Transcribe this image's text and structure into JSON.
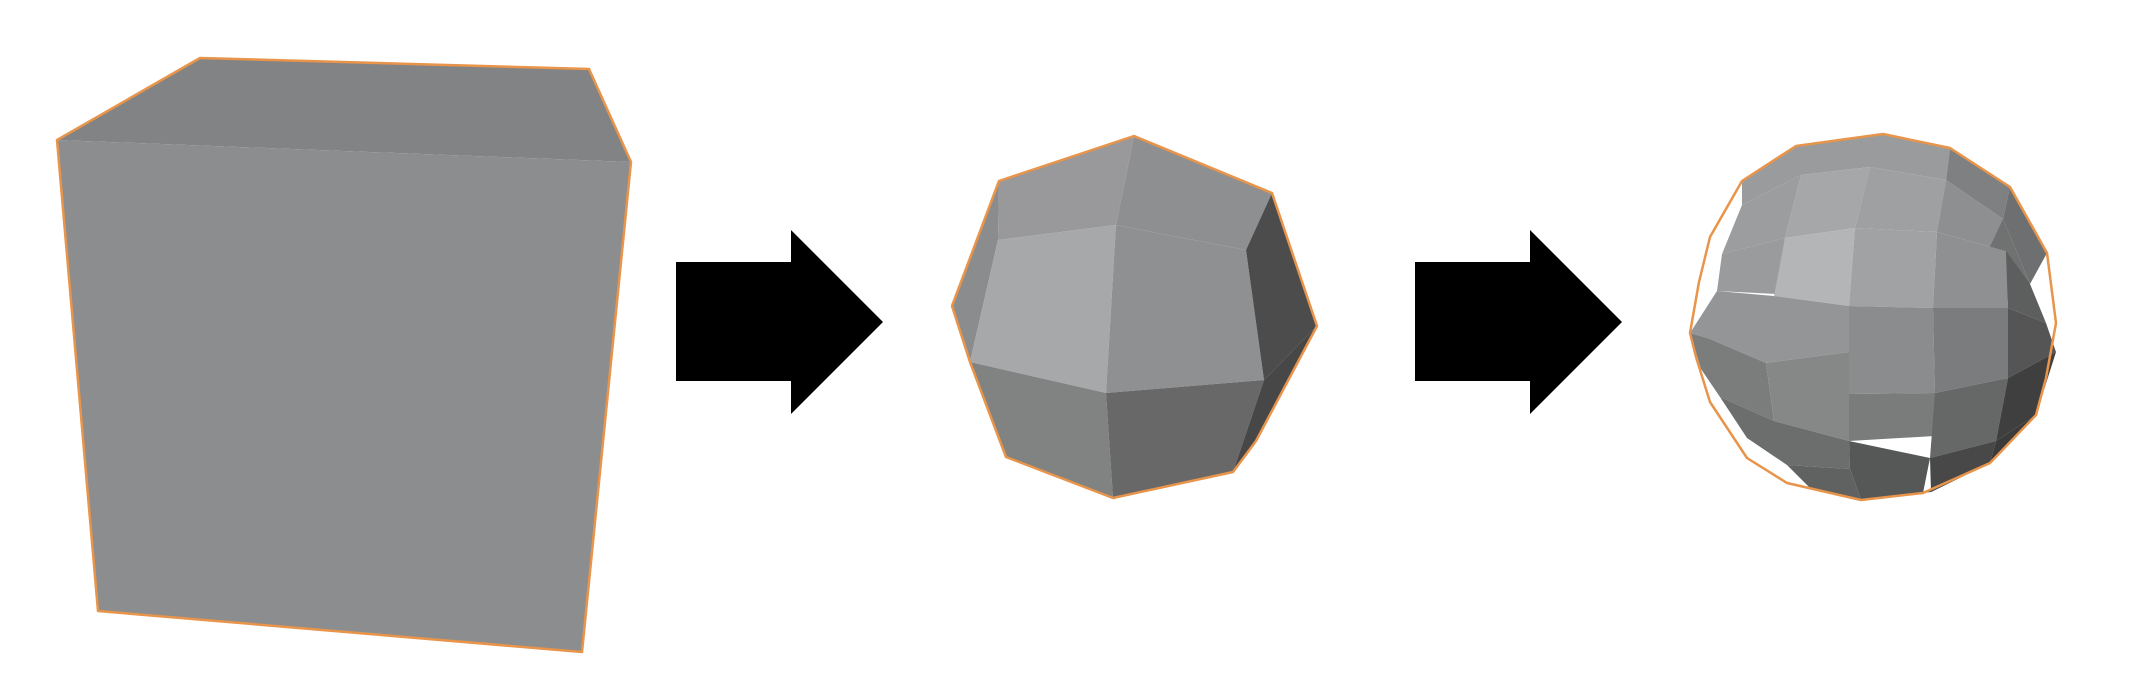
{
  "diagram": {
    "stages": [
      {
        "id": "cube",
        "shape": "cube-icon"
      },
      {
        "id": "low-subdivision",
        "shape": "low-poly-sphere-icon"
      },
      {
        "id": "high-subdivision",
        "shape": "high-poly-sphere-icon"
      }
    ],
    "arrows": [
      {
        "id": "arrow-1",
        "shape": "right-arrow-icon"
      },
      {
        "id": "arrow-2",
        "shape": "right-arrow-icon"
      }
    ],
    "colors": {
      "background": "#ffffff",
      "outline": "#e8944a",
      "arrow": "#000000",
      "shade_light": "#b7b8b9",
      "shade_mid": "#8d8e8f",
      "shade_dark": "#4a4a4a"
    }
  }
}
